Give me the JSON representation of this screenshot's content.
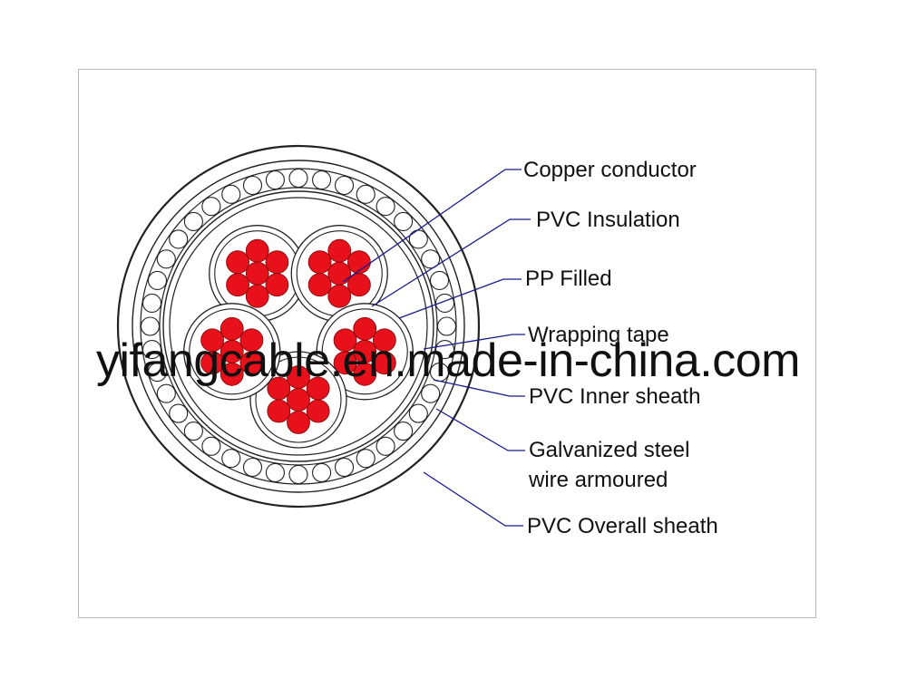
{
  "labels": {
    "copper_conductor": "Copper conductor",
    "pvc_insulation": "PVC Insulation",
    "pp_filled": "PP Filled",
    "wrapping_tape": "Wrapping tape",
    "pvc_inner_sheath": "PVC Inner sheath",
    "galvanized_line1": "Galvanized steel",
    "galvanized_line2": "wire armoured",
    "pvc_overall_sheath": "PVC Overall sheath"
  },
  "watermark": "yifangcable.en.made-in-china.com",
  "colors": {
    "conductor_fill": "#e8101a",
    "leader_line": "#1a1a8c",
    "outline": "#222222",
    "frame": "#b8b8b8"
  },
  "structure": {
    "cores": 5,
    "strands_per_core": 7,
    "armour_wires": 40
  }
}
